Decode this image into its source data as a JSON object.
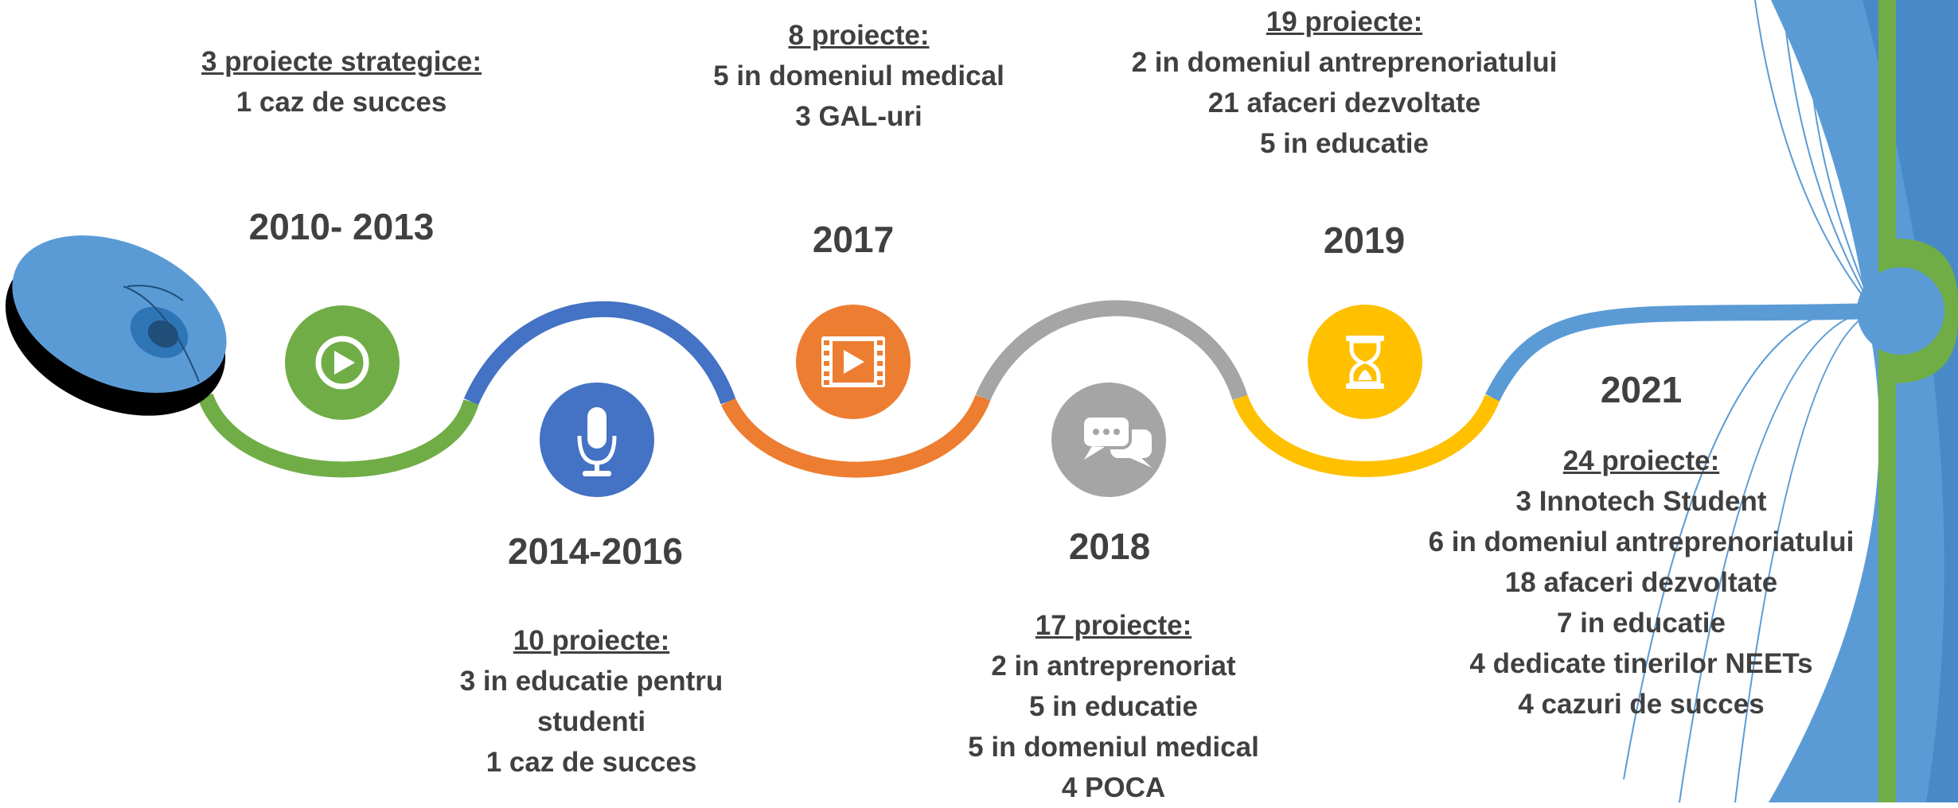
{
  "colors": {
    "green": "#70ad47",
    "blue": "#4472c4",
    "orange": "#ed7d31",
    "gray": "#a5a5a5",
    "yellow": "#ffc000",
    "lightblue": "#5b9bd5",
    "text": "#404040"
  },
  "milestones": [
    {
      "year": "2010- 2013",
      "header": "3 proiecte strategice:",
      "lines": [
        "1 caz de succes"
      ],
      "icon": "play-icon",
      "color": "#70ad47"
    },
    {
      "year": "2014-2016",
      "header": "10 proiecte:",
      "lines": [
        "3 in educatie pentru",
        "studenti",
        "1 caz de succes"
      ],
      "icon": "microphone-icon",
      "color": "#4472c4"
    },
    {
      "year": "2017",
      "header": "8 proiecte:",
      "lines": [
        "5 in domeniul medical",
        "3 GAL-uri"
      ],
      "icon": "film-play-icon",
      "color": "#ed7d31"
    },
    {
      "year": "2018",
      "header": "17 proiecte:",
      "lines": [
        "2 in antreprenoriat",
        "5 in educatie",
        "5 in domeniul medical",
        "4 POCA"
      ],
      "icon": "chat-bubbles-icon",
      "color": "#a5a5a5"
    },
    {
      "year": "2019",
      "header": "19 proiecte:",
      "lines": [
        "2 in domeniul antreprenoriatului",
        "21 afaceri dezvoltate",
        "5 in educatie"
      ],
      "icon": "hourglass-icon",
      "color": "#ffc000"
    },
    {
      "year": "2021",
      "header": "24 proiecte:",
      "lines": [
        "3 Innotech Student",
        "6 in domeniul antreprenoriatului",
        "18 afaceri dezvoltate",
        "7 in educatie",
        "4 dedicate tinerilor NEETs",
        "4 cazuri de succes"
      ],
      "icon": "",
      "color": "#5b9bd5"
    }
  ]
}
